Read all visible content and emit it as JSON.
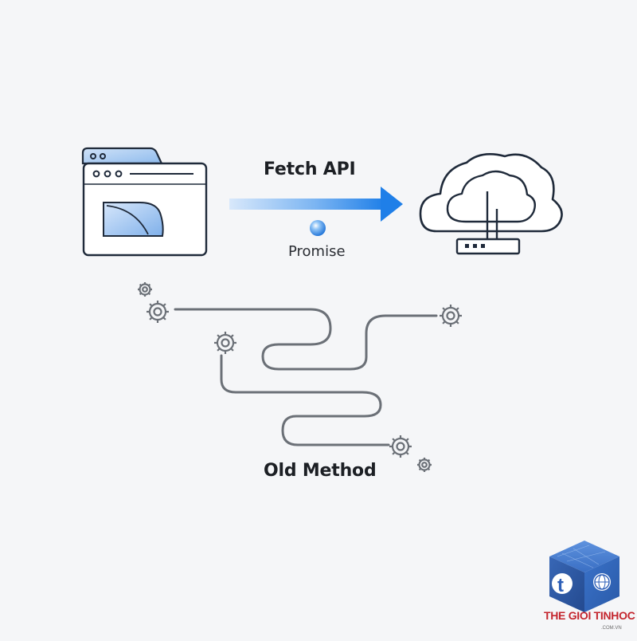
{
  "diagram": {
    "top_flow": {
      "arrow_label": "Fetch API",
      "badge_label": "Promise"
    },
    "bottom_flow": {
      "label": "Old Method"
    }
  },
  "brand": {
    "name": "THE GIOI TINHOC",
    "domain": ".COM.VN"
  },
  "colors": {
    "accent_blue": "#2b8af0",
    "light_blue": "#a9cdf5",
    "outline": "#1f2a3a",
    "path_gray": "#6b7077",
    "brand_red": "#c4262e",
    "logo_blue": "#2d5fb8"
  },
  "icons": [
    "browser-window-icon",
    "cloud-server-icon",
    "gear-icon",
    "promise-orb-icon",
    "brand-logo-icon"
  ]
}
